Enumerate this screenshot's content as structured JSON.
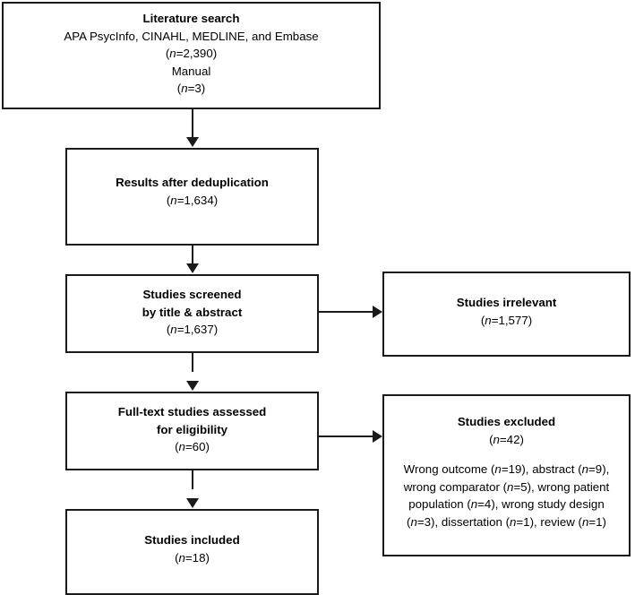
{
  "diagram": {
    "type": "prisma-flow-diagram",
    "title": "",
    "ink_color": "#1a1a1a",
    "background_color": "#ffffff",
    "nodes": {
      "literature_search": {
        "heading": "Literature search",
        "line2": "APA PsycInfo, CINAHL, MEDLINE, and Embase",
        "line3_prefix": "(",
        "line3_italic": "n",
        "line3_suffix": "=2,390)",
        "line4": "Manual",
        "line5_prefix": "(",
        "line5_italic": "n",
        "line5_suffix": "=3)"
      },
      "deduplication": {
        "heading": "Results after deduplication",
        "count_prefix": "(",
        "count_italic": "n",
        "count_suffix": "=1,634)"
      },
      "screened": {
        "heading_line1": "Studies screened",
        "heading_line2": "by title & abstract",
        "count_prefix": "(",
        "count_italic": "n",
        "count_suffix": "=1,637)"
      },
      "irrelevant": {
        "heading": "Studies irrelevant",
        "count_prefix": "(",
        "count_italic": "n",
        "count_suffix": "=1,577)"
      },
      "fulltext": {
        "heading_line1": "Full-text studies assessed",
        "heading_line2": "for eligibility",
        "count_prefix": "(",
        "count_italic": "n",
        "count_suffix": "=60)"
      },
      "excluded": {
        "heading": "Studies excluded",
        "count_prefix": "(",
        "count_italic": "n",
        "count_suffix": "=42)",
        "reasons_text": "Wrong outcome (n=19), abstract (n=9), wrong comparator (n=5), wrong patient population (n=4), wrong study design (n=3), dissertation (n=1), review (n=1)",
        "reasons": [
          {
            "label": "Wrong outcome",
            "n": 19
          },
          {
            "label": "abstract",
            "n": 9
          },
          {
            "label": "wrong comparator",
            "n": 5
          },
          {
            "label": "wrong patient population",
            "n": 4
          },
          {
            "label": "wrong study design",
            "n": 3
          },
          {
            "label": "dissertation",
            "n": 1
          },
          {
            "label": "review",
            "n": 1
          }
        ]
      },
      "included": {
        "heading": "Studies included",
        "count_prefix": "(",
        "count_italic": "n",
        "count_suffix": "=18)"
      }
    },
    "counts": {
      "database_records": 2390,
      "manual_records": 3,
      "after_deduplication": 1634,
      "screened": 1637,
      "irrelevant": 1577,
      "fulltext_assessed": 60,
      "excluded": 42,
      "included": 18
    }
  }
}
